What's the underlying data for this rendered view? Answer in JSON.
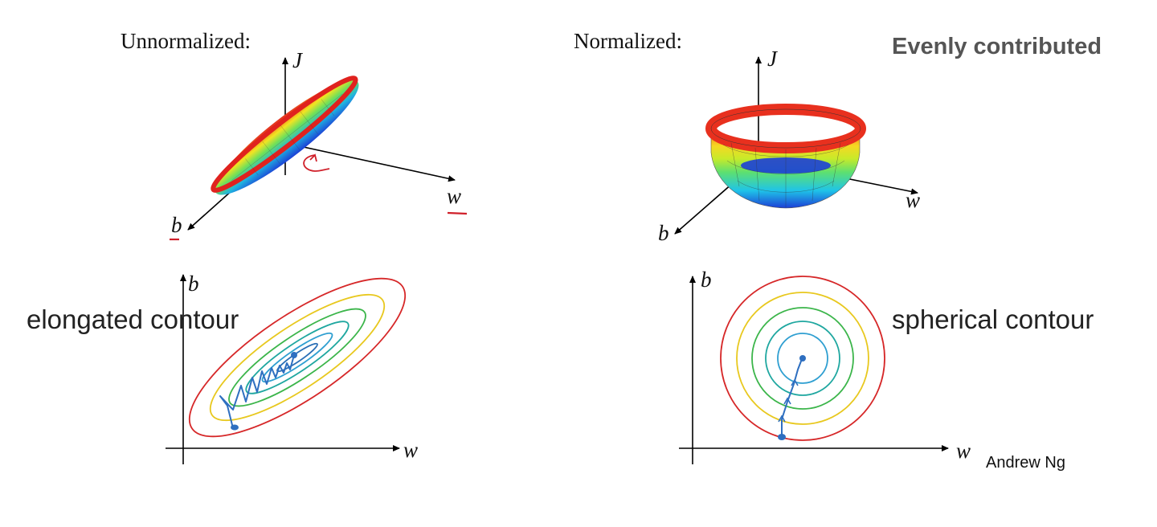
{
  "panels": {
    "unnormalized": {
      "title": "Unnormalized:",
      "axis_j": "J",
      "axis_w": "w",
      "axis_b": "b",
      "contour_axis_b": "b",
      "contour_axis_w": "w",
      "caption": "elongated contour"
    },
    "normalized": {
      "title": "Normalized:",
      "heading": "Evenly contributed",
      "axis_j": "J",
      "axis_w": "w",
      "axis_b": "b",
      "contour_axis_b": "b",
      "contour_axis_w": "w",
      "caption": "spherical contour"
    }
  },
  "credit": "Andrew Ng",
  "colors": {
    "contour_rings": [
      "#d62728",
      "#e8c81e",
      "#3bb54a",
      "#1fa7a0",
      "#2f9fd1",
      "#2b6fb5"
    ],
    "annotation_red": "#d0202a",
    "path_blue": "#2e6fc0",
    "axis": "#000000"
  }
}
